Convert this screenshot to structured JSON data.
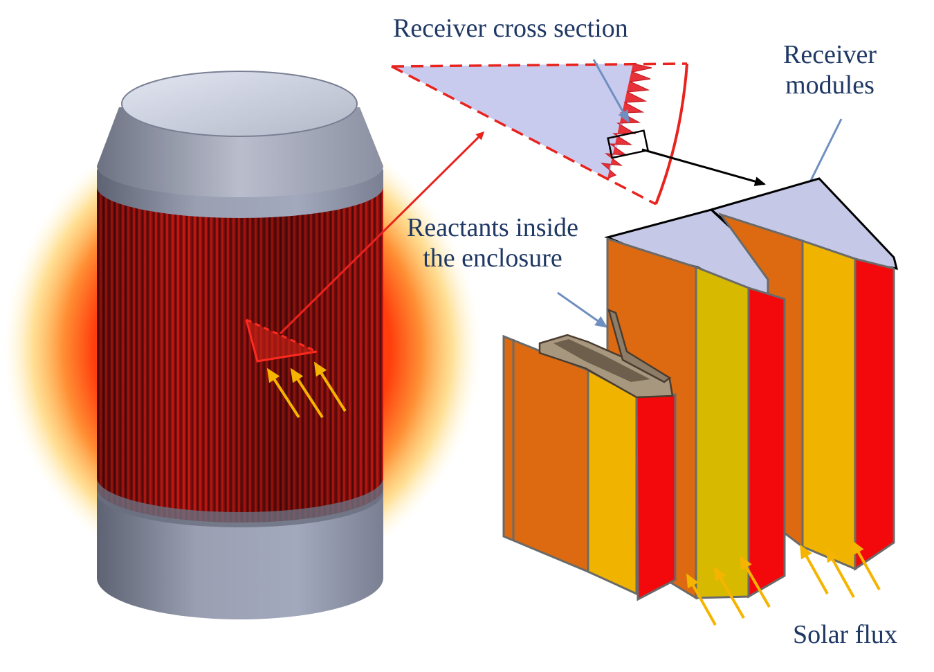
{
  "labels": {
    "receiver_cross_section": "Receiver cross section",
    "receiver_modules_line1": "Receiver",
    "receiver_modules_line2": "modules",
    "reactants_line1": "Reactants inside",
    "reactants_line2": "the enclosure",
    "solar_flux": "Solar flux"
  },
  "colors": {
    "label_text": "#1f3864",
    "callout_arrow": "#6f8fc0",
    "highlight_red": "#e8231e",
    "flux_arrow": "#f5b400",
    "section_fill": "#c9cbee",
    "panel_orange": "#dd6a10",
    "panel_yellow": "#efb300",
    "panel_red": "#f3090b",
    "cylinder_body": "#b80f0f",
    "enclosure_fill": "#a8977f"
  }
}
